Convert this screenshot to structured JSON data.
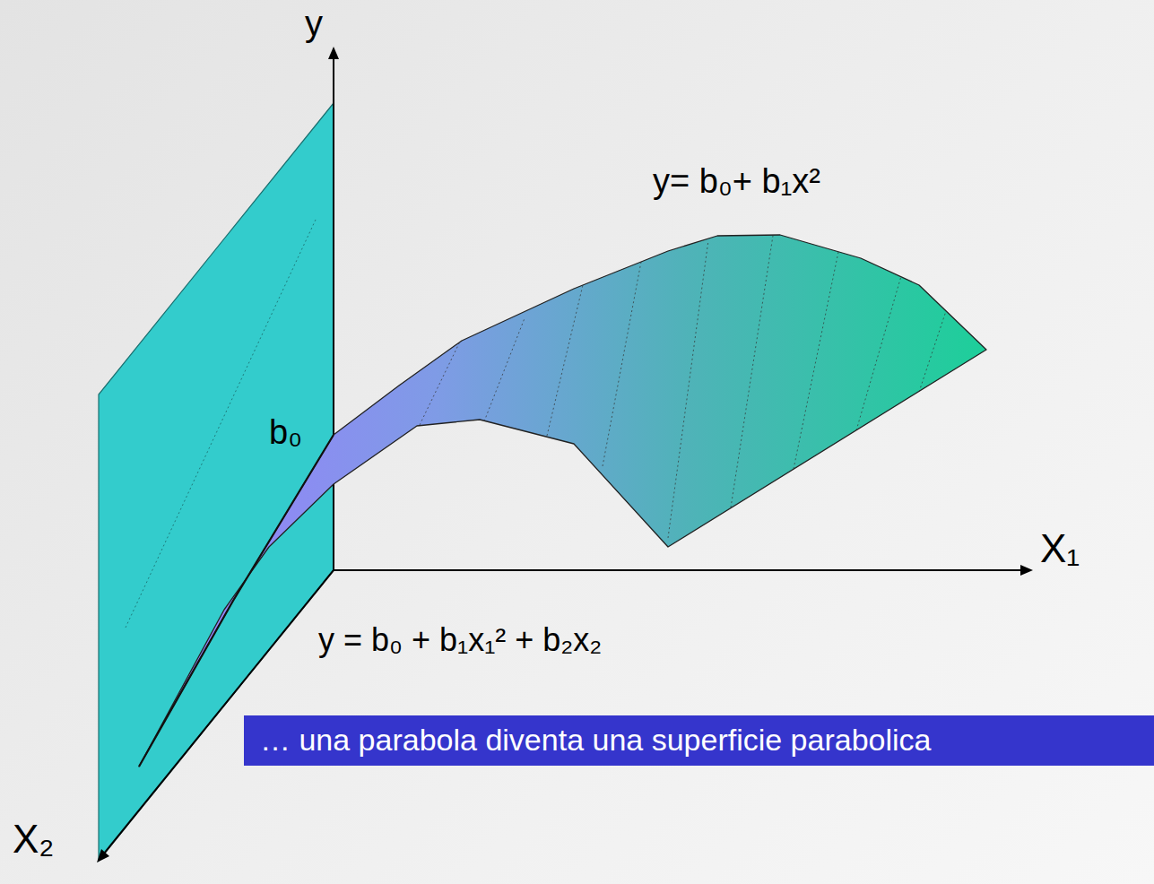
{
  "diagram": {
    "nodes": [
      {
        "text": [
          "… una parabola diventa una superficie parabolica"
        ]
      }
    ],
    "labels": [
      "y",
      "y= b₀+ b₁x²",
      "b₀",
      "X₁",
      "y = b₀ + b₁x₁² + b₂x₂",
      "X₂"
    ]
  }
}
